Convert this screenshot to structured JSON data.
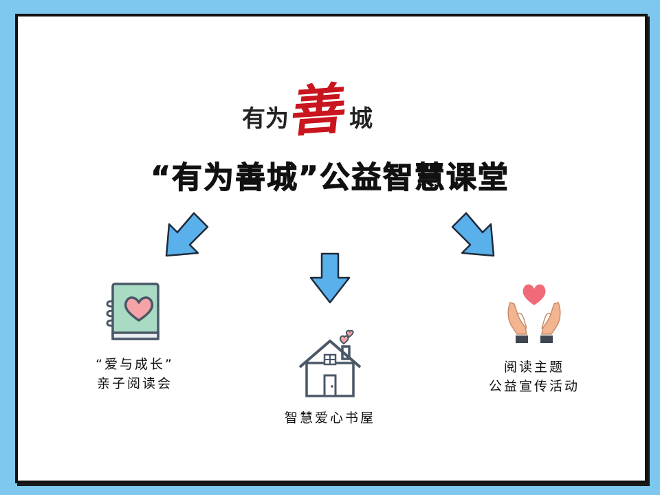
{
  "logo": {
    "part1": "有为",
    "big": "善",
    "part2": "城"
  },
  "title": "“有为善城”公益智慧课堂",
  "items": [
    {
      "line1": "“爱与成长”",
      "line2": "亲子阅读会",
      "icon": "heart-book-icon"
    },
    {
      "line1": "智慧爱心书屋",
      "icon": "house-with-hearts-icon"
    },
    {
      "line1": "阅读主题",
      "line2": "公益宣传活动",
      "icon": "hands-with-heart-icon"
    }
  ],
  "colors": {
    "background": "#7ec8ef",
    "arrow": "#5ab0ea",
    "heart": "#f07e88",
    "book": "#a9dbc4",
    "outline": "#4a5766"
  }
}
